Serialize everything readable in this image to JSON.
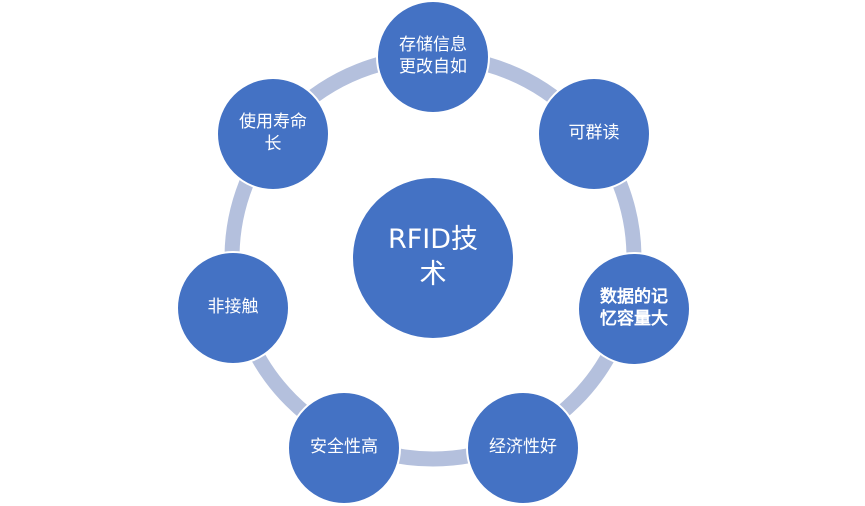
{
  "diagram": {
    "center_label": "RFID技\n术",
    "nodes": [
      {
        "id": "storage",
        "label": "存储信息\n更改自如"
      },
      {
        "id": "group-read",
        "label": "可群读"
      },
      {
        "id": "capacity",
        "label": "数据的记\n忆容量大"
      },
      {
        "id": "economy",
        "label": "经济性好"
      },
      {
        "id": "security",
        "label": "安全性高"
      },
      {
        "id": "contactless",
        "label": "非接触"
      },
      {
        "id": "lifetime",
        "label": "使用寿命\n长"
      }
    ],
    "colors": {
      "node_fill": "#4472c4",
      "ring": "#b4c0dd",
      "text": "#ffffff"
    }
  }
}
